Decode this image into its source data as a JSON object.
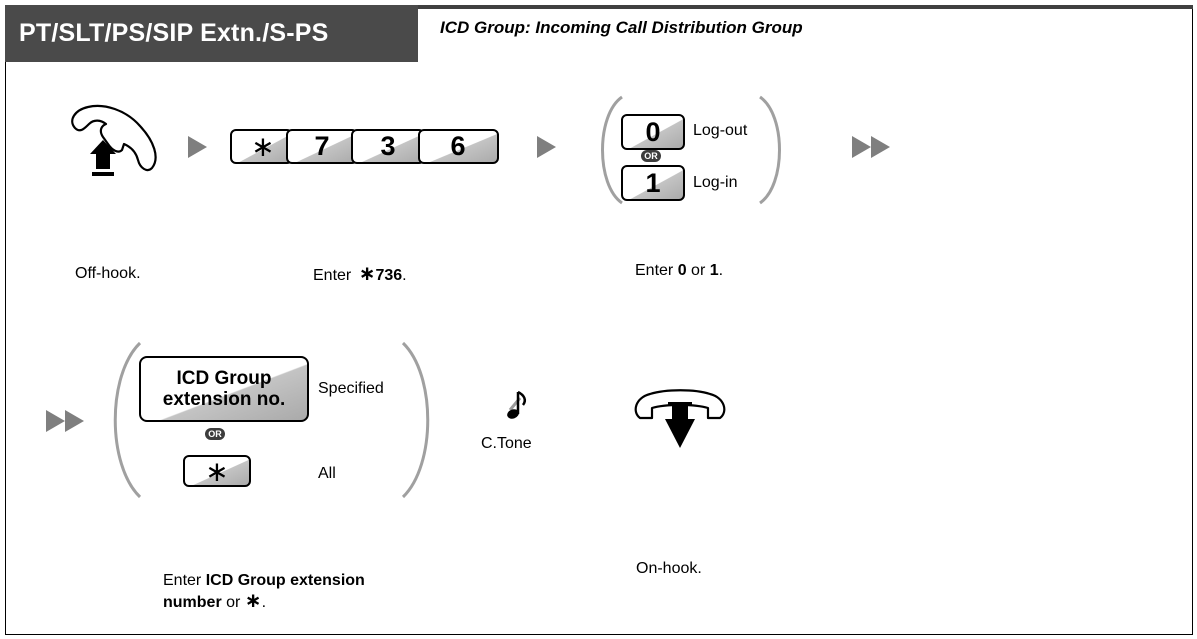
{
  "header": {
    "mode_label": "PT/SLT/PS/SIP Extn./S-PS",
    "subtitle": "ICD Group: Incoming Call Distribution Group"
  },
  "steps": {
    "offhook": {
      "caption": "Off-hook."
    },
    "dial": {
      "keys": [
        "∗",
        "7",
        "3",
        "6"
      ],
      "caption_prefix": "Enter ",
      "caption_star": "∗",
      "caption_code": "736",
      "caption_suffix": "."
    },
    "mode_select": {
      "option_top_key": "0",
      "option_top_label": "Log-out",
      "or_label": "OR",
      "option_bottom_key": "1",
      "option_bottom_label": "Log-in",
      "caption_prefix": "Enter ",
      "caption_a": "0",
      "caption_mid": " or ",
      "caption_b": "1",
      "caption_suffix": "."
    },
    "group_select": {
      "box_line1": "ICD Group",
      "box_line2": "extension no.",
      "box_label": "Specified",
      "or_label": "OR",
      "star_key": "∗",
      "star_label": "All",
      "caption_prefix": "Enter ",
      "caption_bold": "ICD Group extension",
      "caption_bold2": "number",
      "caption_mid": " or ",
      "caption_star": "∗",
      "caption_suffix": "."
    },
    "tone": {
      "label": "C.Tone"
    },
    "onhook": {
      "caption": "On-hook."
    }
  },
  "colors": {
    "header_bg": "#4a4a4a",
    "key_gradient_light": "#ffffff",
    "key_gradient_dark": "#bdbdbd"
  },
  "icons": {
    "offhook": "handset-lift-icon",
    "onhook": "handset-hangup-icon",
    "arrow": "play-arrow-icon",
    "double_arrow": "double-arrow-icon",
    "tone": "music-note-icon"
  }
}
